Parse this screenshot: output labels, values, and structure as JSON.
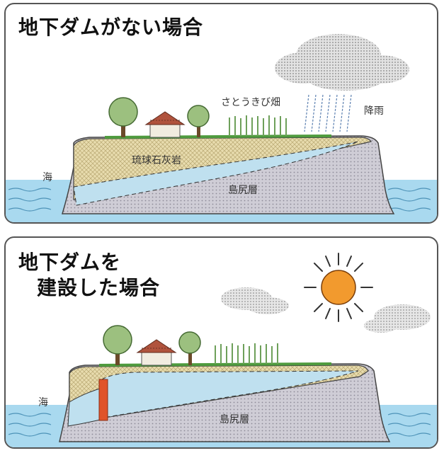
{
  "panel_top": {
    "title": "地下ダムがない場合",
    "labels": {
      "sugarcane": "さとうきび畑",
      "rain": "降雨",
      "limestone": "琉球石灰岩",
      "mudstone": "島尻層",
      "sea": "海"
    }
  },
  "panel_bottom": {
    "title_line1": "地下ダムを",
    "title_line2": "建設した場合",
    "labels": {
      "mudstone": "島尻層",
      "sea": "海"
    }
  },
  "colors": {
    "limestone": "#e8dcae",
    "mudstone": "#cfcdd6",
    "groundwater": "#bfe0ef",
    "sea": "#a9d9ef",
    "dam_wall": "#e0542a",
    "sun": "#f29a2e",
    "tree": "#9cc07f",
    "grass": "#4f9b3e"
  }
}
